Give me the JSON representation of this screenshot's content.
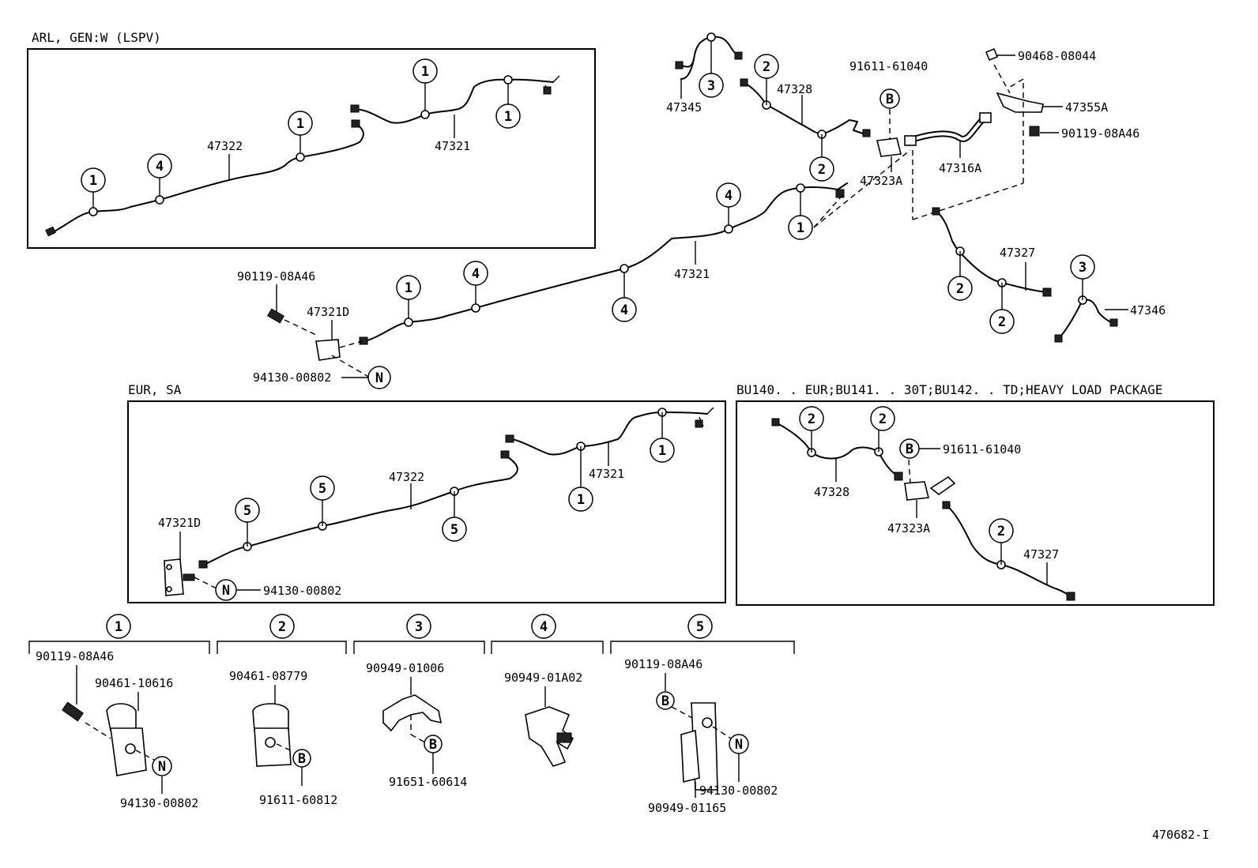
{
  "sections": {
    "arl": "ARL, GEN:W (LSPV)",
    "eur_sa": "EUR, SA",
    "bu": "BU140. . EUR;BU141. . 30T;BU142. . TD;HEAVY LOAD PACKAGE"
  },
  "parts": {
    "p47322": "47322",
    "p47321": "47321",
    "p47345": "47345",
    "p47328": "47328",
    "p91611_61040": "91611-61040",
    "p90468_08044": "90468-08044",
    "p47355A": "47355A",
    "p90119_08A46": "90119-08A46",
    "p47323A": "47323A",
    "p47316A": "47316A",
    "p47327": "47327",
    "p47346": "47346",
    "p47321D": "47321D",
    "p94130_00802": "94130-00802",
    "p90461_10616": "90461-10616",
    "p90461_08779": "90461-08779",
    "p91611_60812": "91611-60812",
    "p90949_01006": "90949-01006",
    "p91651_60614": "91651-60614",
    "p90949_01A02": "90949-01A02",
    "p90949_01165": "90949-01165"
  },
  "markers": {
    "one": "1",
    "two": "2",
    "three": "3",
    "four": "4",
    "five": "5",
    "b": "B",
    "n": "N"
  },
  "figure_id": "470682-I"
}
